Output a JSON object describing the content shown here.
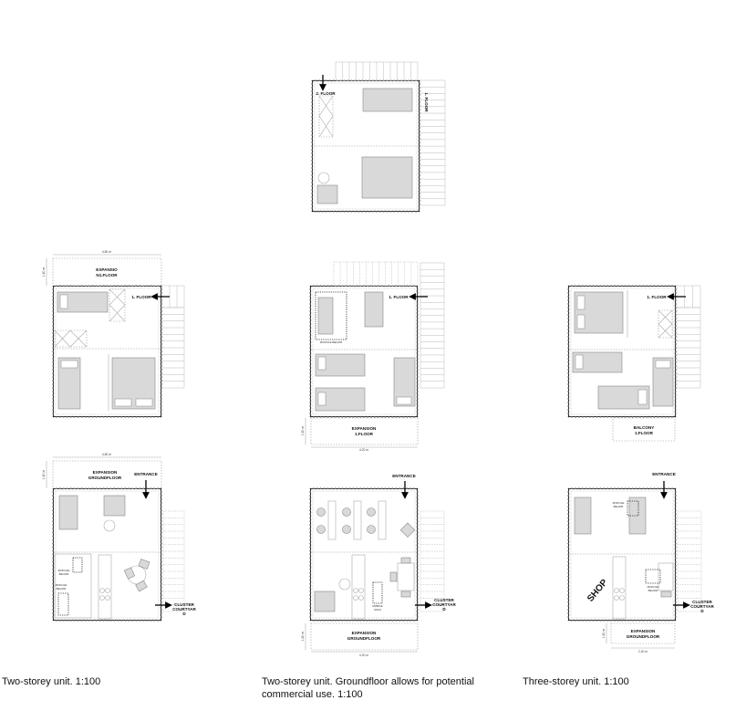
{
  "colors": {
    "wall": "#222222",
    "furniture": "#d9d9d9",
    "line": "#aaaaaa",
    "arrow": "#000000"
  },
  "icons": {
    "entrance": "arrow-down-icon",
    "floor_access": "arrow-left-icon",
    "courtyard_exit": "arrow-right-icon"
  },
  "top_plan": {
    "floor2": "2. FLOOR",
    "floor1": "1. FLOOR"
  },
  "left": {
    "first": {
      "expansion_1": "EXPANSIO",
      "expansion_2": "N1.FLOOR",
      "floor1": "1. FLOOR",
      "dim_w": "4.80 m",
      "dim_h": "1.80 m"
    },
    "ground": {
      "expansion_1": "EXPANSION",
      "expansion_2": "GROUNDFLOOR",
      "entrance": "ENTRANCE",
      "courtyard_1": "CLUSTER",
      "courtyard_2": "COURTYAR",
      "courtyard_3": "D",
      "dim_w": "4.80 m",
      "dim_h": "1.80 m",
      "module_1": "MODULE",
      "module_2": "BEHOR",
      "module_3": "MODULE",
      "module_4": "BEHOR"
    },
    "caption": "Two-storey unit. 1:100"
  },
  "middle": {
    "first": {
      "floor1": "1. FLOOR",
      "module": "MODULE BEHOR",
      "expansion_1": "EXPANSION",
      "expansion_2": "1.FLOOR",
      "dim_w": "4.20 m",
      "dim_h": "1.80 m"
    },
    "ground": {
      "entrance": "ENTRANCE",
      "courtyard_1": "CLUSTER",
      "courtyard_2": "COURTYAR",
      "courtyard_3": "D",
      "sofa_1": "MOBILE",
      "sofa_2": "SOFA",
      "expansion_1": "EXPANSION",
      "expansion_2": "GROUNDFLOOR",
      "dim_w": "4.20 m",
      "dim_h": "1.80 m"
    },
    "caption_1": "Two-storey unit. Groundfloor allows for potential",
    "caption_2": "commercial use. 1:100"
  },
  "right": {
    "first": {
      "floor1": "1. FLOOR",
      "balcony_1": "BALCONY",
      "balcony_2": "1.FLOOR"
    },
    "ground": {
      "entrance": "ENTRANCE",
      "shop": "SHOP",
      "courtyard_1": "CLUSTER",
      "courtyard_2": "COURTYAR",
      "courtyard_3": "D",
      "module_1": "MODULE",
      "module_2": "BEHOR",
      "module_3": "MODULE",
      "module_4": "BEHOR",
      "expansion_1": "EXPANSION",
      "expansion_2": "GROUNDFLOOR",
      "dim_w": "2.40 m",
      "dim_h": "1.80 m"
    },
    "caption": "Three-storey unit. 1:100"
  }
}
